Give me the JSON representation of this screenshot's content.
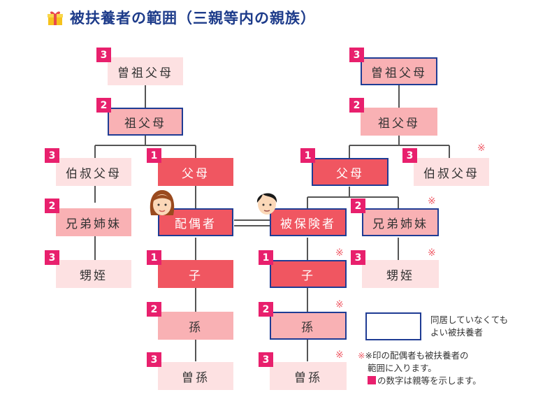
{
  "title": "被扶養者の範囲（三親等内の親族）",
  "icons": {
    "title_icon": "gift-icon",
    "wife_face": "woman-face-icon",
    "husband_face": "man-face-icon"
  },
  "colors": {
    "degree1": "#f05661",
    "degree2": "#f9b1b4",
    "degree3": "#fde1e2",
    "badge": "#e8206d",
    "border": "#1f3c94",
    "title": "#1d3b8a"
  },
  "nodes": {
    "spouse_great_grandparents": {
      "label": "曽祖父母",
      "degree": "3"
    },
    "spouse_grandparents": {
      "label": "祖父母",
      "degree": "2"
    },
    "spouse_uncle_aunt": {
      "label": "伯叔父母",
      "degree": "3"
    },
    "spouse_parents": {
      "label": "父母",
      "degree": "1"
    },
    "spouse_siblings": {
      "label": "兄弟姉妹",
      "degree": "2"
    },
    "spouse_nephew_niece": {
      "label": "甥姪",
      "degree": "3"
    },
    "spouse": {
      "label": "配偶者"
    },
    "insured": {
      "label": "被保険者"
    },
    "children": {
      "label": "子",
      "degree": "1"
    },
    "grandchildren": {
      "label": "孫",
      "degree": "2"
    },
    "great_grandchildren": {
      "label": "曽孫",
      "degree": "3"
    },
    "ins_great_grandparents": {
      "label": "曽祖父母",
      "degree": "3"
    },
    "ins_grandparents": {
      "label": "祖父母",
      "degree": "2"
    },
    "ins_parents": {
      "label": "父母",
      "degree": "1"
    },
    "ins_uncle_aunt": {
      "label": "伯叔父母",
      "degree": "3"
    },
    "ins_siblings": {
      "label": "兄弟姉妹",
      "degree": "2"
    },
    "ins_nephew_niece": {
      "label": "甥姪",
      "degree": "3"
    },
    "ins_children": {
      "label": "子",
      "degree": "1"
    },
    "ins_grandchildren": {
      "label": "孫",
      "degree": "2"
    },
    "ins_great_grandchildren": {
      "label": "曽孫",
      "degree": "3"
    }
  },
  "asterisk": "※",
  "legend": {
    "line1": "同居していなくても",
    "line2": "よい被扶養者",
    "note1": "※印の配偶者も被扶養者の",
    "note2": "範囲に入ります。",
    "note3": "の数字は親等を示します。"
  }
}
